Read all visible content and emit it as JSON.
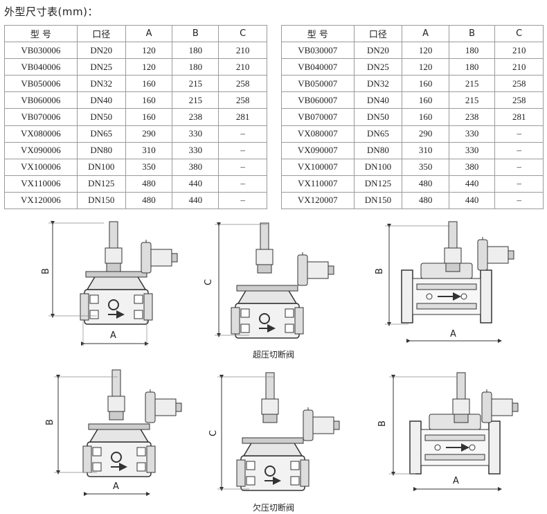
{
  "title": "外型尺寸表(mm)：",
  "headers": [
    "型 号",
    "口径",
    "A",
    "B",
    "C"
  ],
  "left_table": [
    [
      "VB030006",
      "DN20",
      "120",
      "180",
      "210"
    ],
    [
      "VB040006",
      "DN25",
      "120",
      "180",
      "210"
    ],
    [
      "VB050006",
      "DN32",
      "160",
      "215",
      "258"
    ],
    [
      "VB060006",
      "DN40",
      "160",
      "215",
      "258"
    ],
    [
      "VB070006",
      "DN50",
      "160",
      "238",
      "281"
    ],
    [
      "VX080006",
      "DN65",
      "290",
      "330",
      "–"
    ],
    [
      "VX090006",
      "DN80",
      "310",
      "330",
      "–"
    ],
    [
      "VX100006",
      "DN100",
      "350",
      "380",
      "–"
    ],
    [
      "VX110006",
      "DN125",
      "480",
      "440",
      "–"
    ],
    [
      "VX120006",
      "DN150",
      "480",
      "440",
      "–"
    ]
  ],
  "right_table": [
    [
      "VB030007",
      "DN20",
      "120",
      "180",
      "210"
    ],
    [
      "VB040007",
      "DN25",
      "120",
      "180",
      "210"
    ],
    [
      "VB050007",
      "DN32",
      "160",
      "215",
      "258"
    ],
    [
      "VB060007",
      "DN40",
      "160",
      "215",
      "258"
    ],
    [
      "VB070007",
      "DN50",
      "160",
      "238",
      "281"
    ],
    [
      "VX080007",
      "DN65",
      "290",
      "330",
      "–"
    ],
    [
      "VX090007",
      "DN80",
      "310",
      "330",
      "–"
    ],
    [
      "VX100007",
      "DN100",
      "350",
      "380",
      "–"
    ],
    [
      "VX110007",
      "DN125",
      "480",
      "440",
      "–"
    ],
    [
      "VX120007",
      "DN150",
      "480",
      "440",
      "–"
    ]
  ],
  "captions": {
    "over": "超压切断阀",
    "under": "欠压切断阀"
  },
  "dim_labels": {
    "a": "A",
    "b": "B",
    "c": "C"
  }
}
